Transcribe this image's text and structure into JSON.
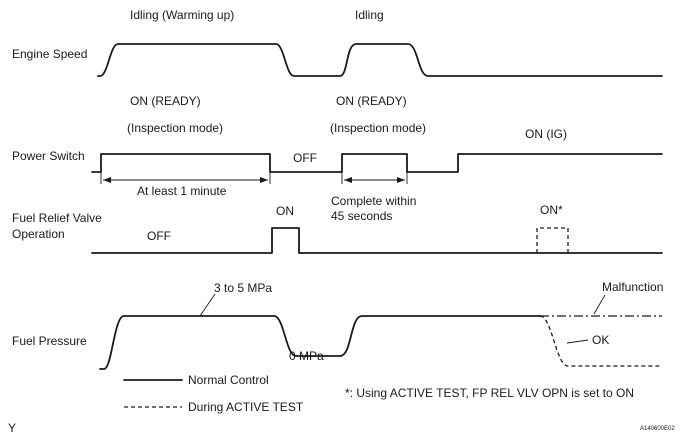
{
  "signals": {
    "engine_speed": "Engine Speed",
    "power_switch": "Power Switch",
    "fuel_relief_line1": "Fuel Relief Valve",
    "fuel_relief_line2": "Operation",
    "fuel_pressure": "Fuel Pressure"
  },
  "engine_states": {
    "idling_warming": "Idling (Warming up)",
    "idling": "Idling"
  },
  "power_states": {
    "on_ready_1": "ON (READY)",
    "inspection_1": "(Inspection mode)",
    "on_ready_2": "ON (READY)",
    "inspection_2": "(Inspection mode)",
    "off": "OFF",
    "on_ig": "ON (IG)"
  },
  "timing": {
    "at_least": "At least 1 minute",
    "complete_line1": "Complete within",
    "complete_line2": "45 seconds"
  },
  "valve_states": {
    "off": "OFF",
    "on": "ON",
    "on_star": "ON*"
  },
  "pressure_labels": {
    "high": "3 to 5 MPa",
    "zero": "0 MPa",
    "malfunction": "Malfunction",
    "ok": "OK"
  },
  "legend": {
    "normal": "Normal Control",
    "active_test": "During ACTIVE TEST"
  },
  "footnote": "*:  Using ACTIVE TEST, FP REL VLV OPN is set to ON",
  "corner_left": "Y",
  "figure_code": "A140600E02"
}
